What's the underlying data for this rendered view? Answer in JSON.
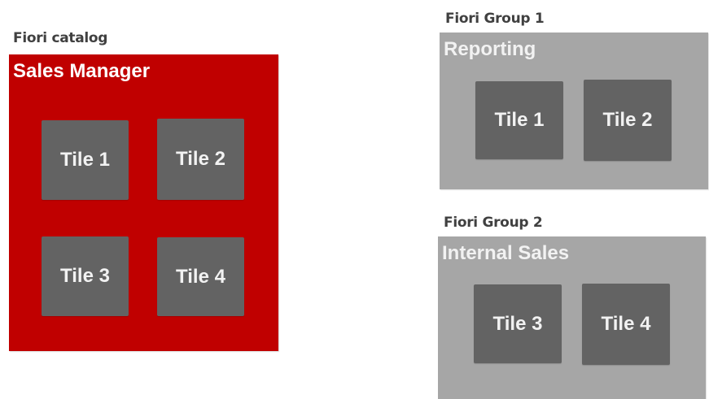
{
  "catalog": {
    "heading": "Fiori catalog",
    "title": "Sales Manager",
    "color": "#c00000",
    "tiles": [
      {
        "label": "Tile 1"
      },
      {
        "label": "Tile 2"
      },
      {
        "label": "Tile 3"
      },
      {
        "label": "Tile 4"
      }
    ]
  },
  "groups": [
    {
      "heading": "Fiori Group 1",
      "title": "Reporting",
      "color": "#a6a6a6",
      "tiles": [
        {
          "label": "Tile 1"
        },
        {
          "label": "Tile 2"
        }
      ]
    },
    {
      "heading": "Fiori Group 2",
      "title": "Internal Sales",
      "color": "#a6a6a6",
      "tiles": [
        {
          "label": "Tile 3"
        },
        {
          "label": "Tile 4"
        }
      ]
    }
  ],
  "tile_color": "#636363"
}
